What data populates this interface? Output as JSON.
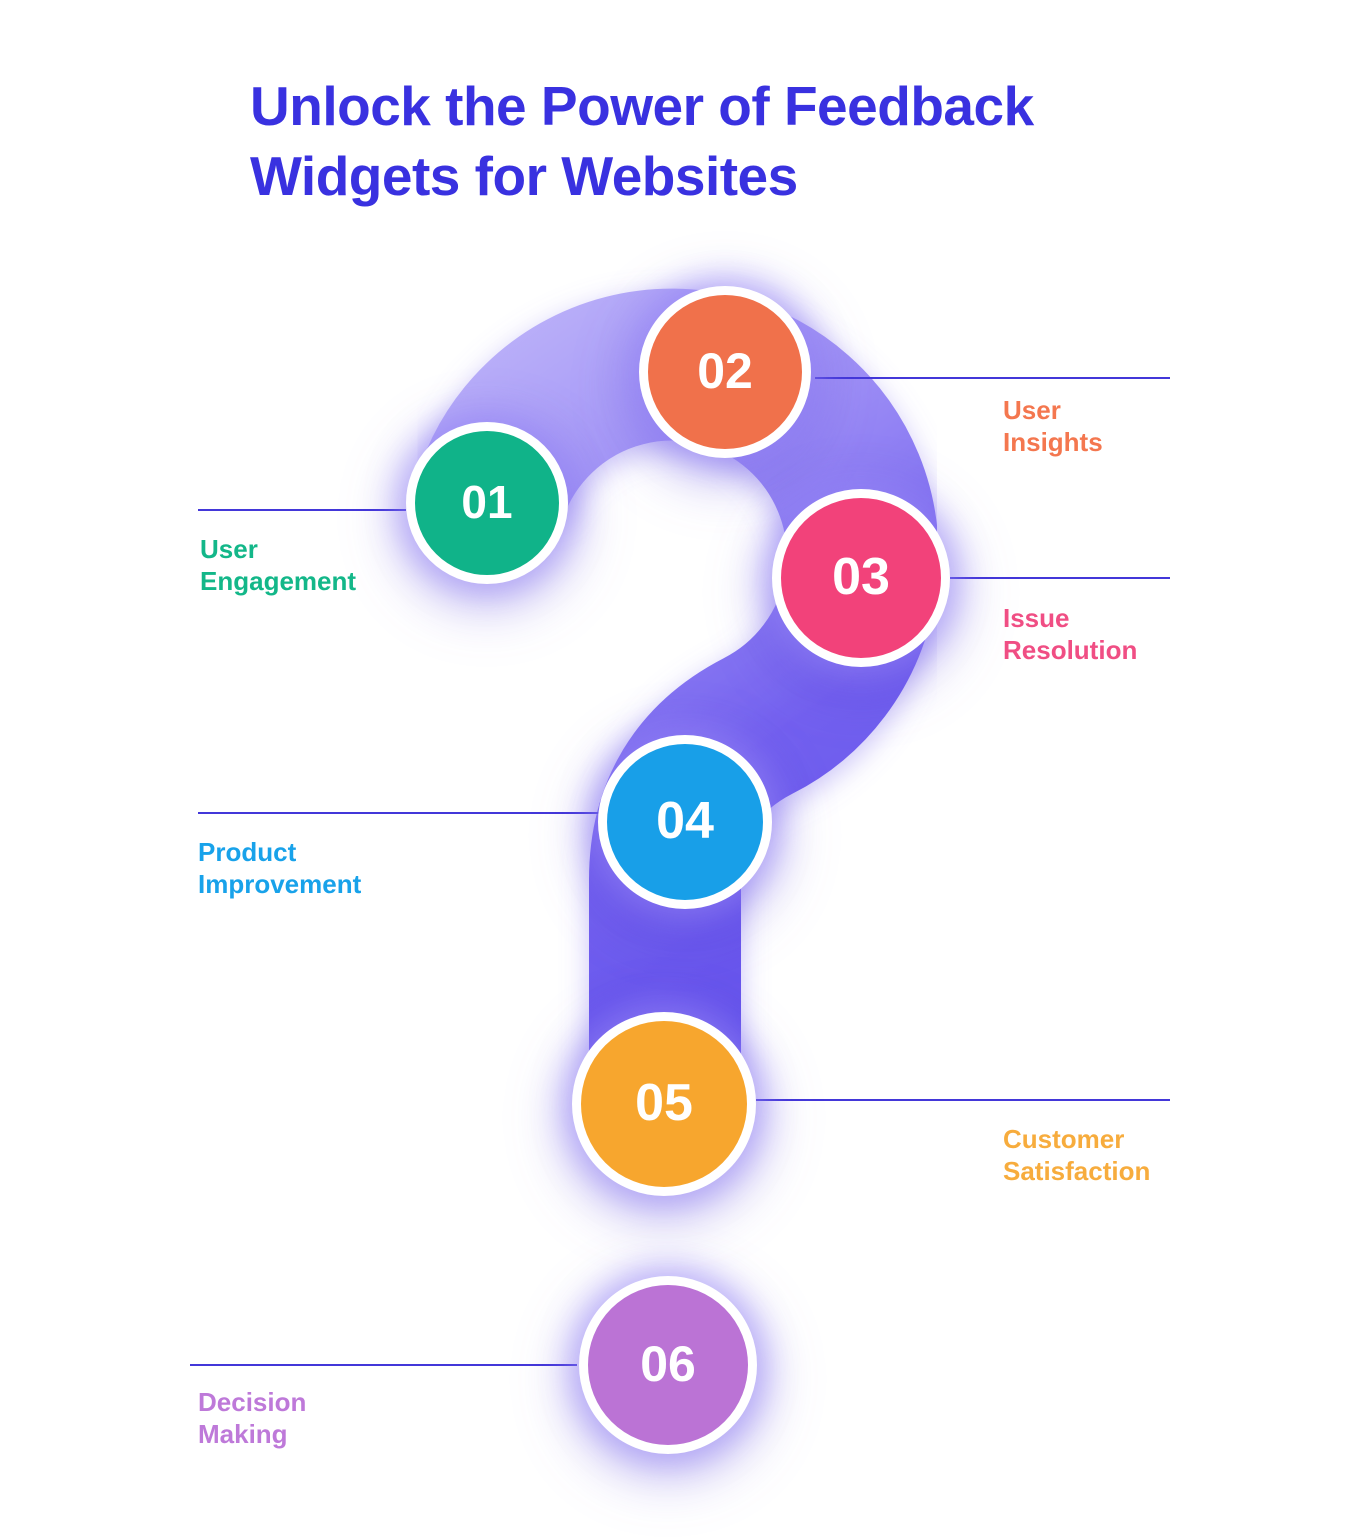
{
  "title": {
    "line1": "Unlock the Power of Feedback",
    "line2": "Widgets for Websites"
  },
  "steps": [
    {
      "number": "01",
      "label": "User Engagement",
      "circle_color": "#10B389",
      "label_color": "#13B789"
    },
    {
      "number": "02",
      "label": "User Insights",
      "circle_color": "#F0714B",
      "label_color": "#F4774F"
    },
    {
      "number": "03",
      "label": "Issue Resolution",
      "circle_color": "#F2427A",
      "label_color": "#F04E84"
    },
    {
      "number": "04",
      "label": "Product Improvement",
      "circle_color": "#189FE8",
      "label_color": "#18A2EA"
    },
    {
      "number": "05",
      "label": "Customer Satisfaction",
      "circle_color": "#F7A62E",
      "label_color": "#F7AC3D"
    },
    {
      "number": "06",
      "label": "Decision Making",
      "circle_color": "#BB73D5",
      "label_color": "#BE79D9"
    }
  ],
  "colors": {
    "title": "#3931E0",
    "connector_line": "#4337D9",
    "band_light": "#C2B9FA",
    "band_mid": "#9B8CF5",
    "band_deep_mid": "#7361EF",
    "band_deep": "#6452EB",
    "number_text": "#FFFFFF",
    "background": "#FFFFFF"
  }
}
